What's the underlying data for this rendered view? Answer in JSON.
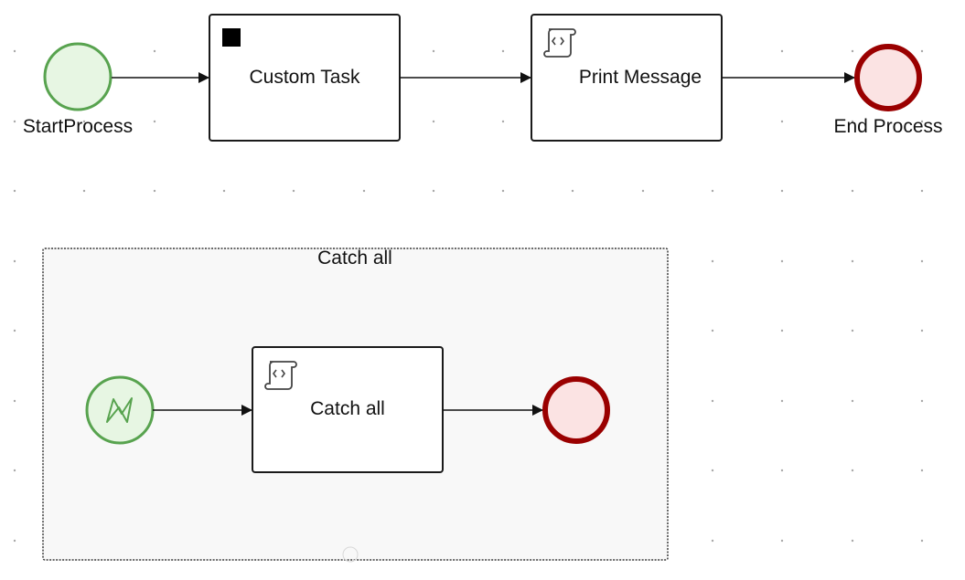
{
  "diagram": {
    "start_event": {
      "label": "StartProcess"
    },
    "task_custom": {
      "label": "Custom Task"
    },
    "task_print": {
      "label": "Print Message"
    },
    "end_event": {
      "label": "End Process"
    },
    "subprocess": {
      "label": "Catch all",
      "task_catch": {
        "label": "Catch all"
      }
    }
  },
  "colors": {
    "start_stroke": "#58a34f",
    "start_fill": "#e7f6e3",
    "end_stroke": "#9a0000",
    "end_fill": "#fbe3e3",
    "subprocess_fill": "#f8f8f8",
    "grid_dot": "#a8a8a8"
  },
  "icons": {
    "custom_task_marker": "black-square-icon",
    "script_task_marker": "script-scroll-icon",
    "error_event_marker": "error-lightning-icon"
  }
}
